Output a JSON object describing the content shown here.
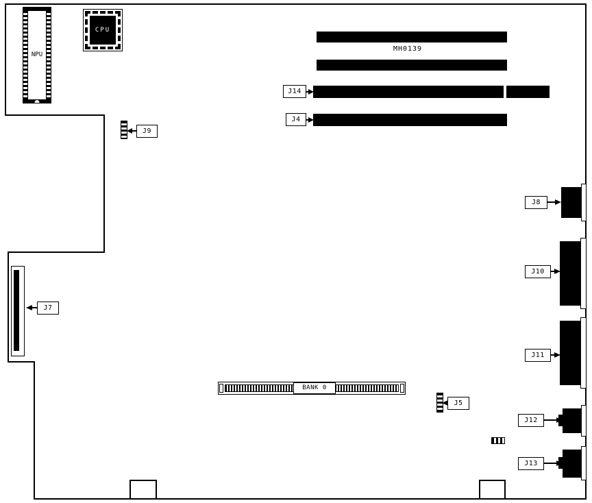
{
  "board": {
    "model_label": "MH0139",
    "npu_label": "NPU",
    "cpu_label": "CPU",
    "bank_label": "BANK 0"
  },
  "callouts": {
    "j4": "J4",
    "j5": "J5",
    "j7": "J7",
    "j8": "J8",
    "j9": "J9",
    "j10": "J10",
    "j11": "J11",
    "j12": "J12",
    "j13": "J13",
    "j14": "J14"
  }
}
